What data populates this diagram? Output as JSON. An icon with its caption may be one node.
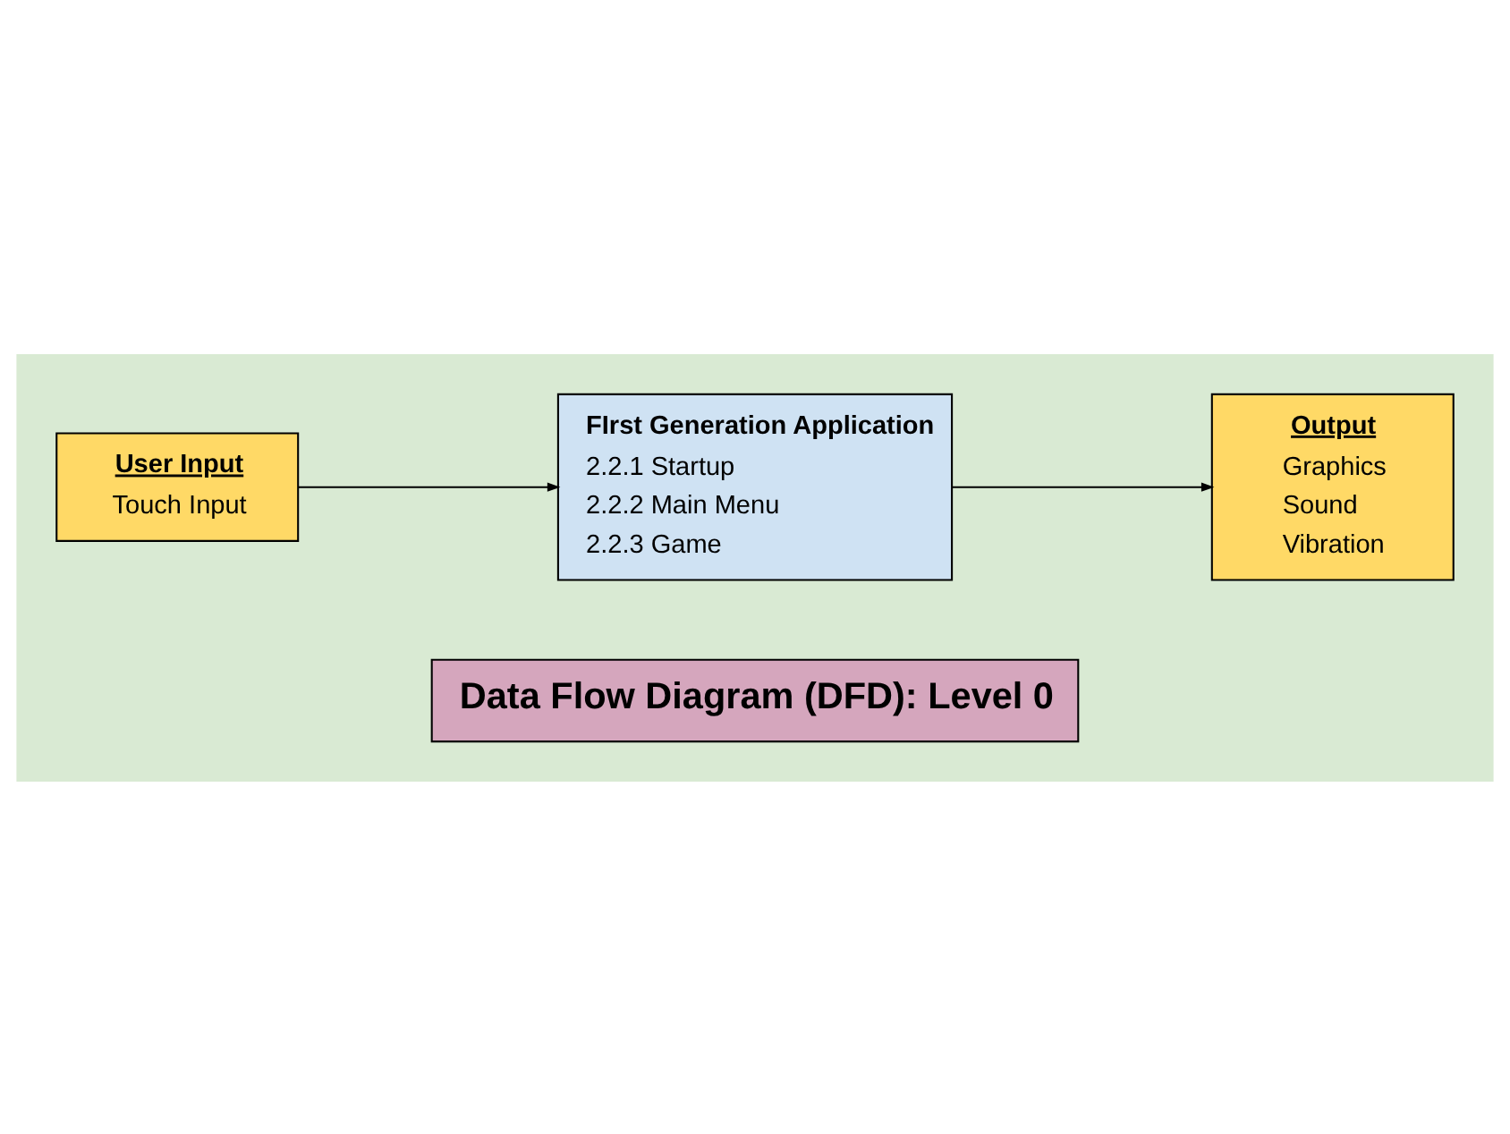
{
  "diagram": {
    "nodes": [
      {
        "text": [
          "Data Flow Diagram (DFD): Level 0"
        ]
      },
      {
        "text": [
          "User Input",
          "Touch Input"
        ]
      },
      {
        "text": [
          "FIrst Generation Application",
          "2.2.1 Startup",
          "2.2.2 Main Menu",
          "2.2.3 Game"
        ]
      },
      {
        "text": [
          "Output",
          "Graphics",
          "Sound",
          "Vibration"
        ]
      }
    ],
    "edges": [
      {
        "from": 1,
        "to": 2,
        "arrow": "to"
      },
      {
        "from": 2,
        "to": 3,
        "arrow": "to"
      }
    ]
  }
}
